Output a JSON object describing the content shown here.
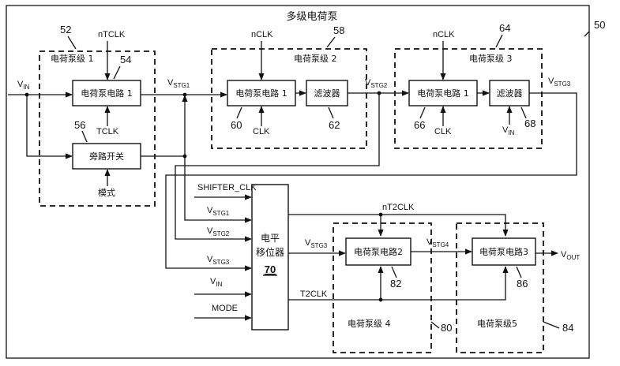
{
  "title": "多级电荷泵",
  "refs": {
    "system": "50",
    "stage1": "52",
    "circuit1": "54",
    "bypass": "56",
    "stage2": "58",
    "circuit2": "60",
    "filter2": "62",
    "stage3": "64",
    "circuit3": "66",
    "filter3": "68",
    "shifter": "70",
    "stage4": "80",
    "circuit4": "82",
    "stage5": "84",
    "circuit5": "86"
  },
  "stages": {
    "stage1": "电荷泵级 1",
    "stage2": "电荷泵级 2",
    "stage3": "电荷泵级 3",
    "stage4": "电荷泵级 4",
    "stage5": "电荷泵级5"
  },
  "blocks": {
    "circuit1": "电荷泵电路 1",
    "bypass": "旁路开关",
    "circuit2": "电荷泵电路 1",
    "filter2": "滤波器",
    "circuit3": "电荷泵电路 1",
    "filter3": "滤波器",
    "shifter_line1": "电平",
    "shifter_line2": "移位器",
    "circuit4": "电荷泵电路2",
    "circuit5": "电荷泵电路3"
  },
  "signals": {
    "vin": {
      "main": "V",
      "sub": "IN"
    },
    "vin2": {
      "main": "V",
      "sub": "IN"
    },
    "vin3": {
      "main": "V",
      "sub": "IN"
    },
    "vstg1": {
      "main": "V",
      "sub": "STG1"
    },
    "vstg2": {
      "main": "V",
      "sub": "STG2"
    },
    "vstg3": {
      "main": "V",
      "sub": "STG3"
    },
    "vstg1b": {
      "main": "V",
      "sub": "STG1"
    },
    "vstg2b": {
      "main": "V",
      "sub": "STG2"
    },
    "vstg3b": {
      "main": "V",
      "sub": "STG3"
    },
    "vstg3c": {
      "main": "V",
      "sub": "STG3"
    },
    "vstg4": {
      "main": "V",
      "sub": "STG4"
    },
    "vout": {
      "main": "V",
      "sub": "OUT"
    },
    "ntclk": "nTCLK",
    "tclk": "TCLK",
    "mode": "模式",
    "nclk2": "nCLK",
    "clk2": "CLK",
    "nclk3": "nCLK",
    "clk3": "CLK",
    "shifter_clk": "SHIFTER_CLK",
    "mode_in": "MODE",
    "nt2clk": "nT2CLK",
    "t2clk": "T2CLK"
  }
}
